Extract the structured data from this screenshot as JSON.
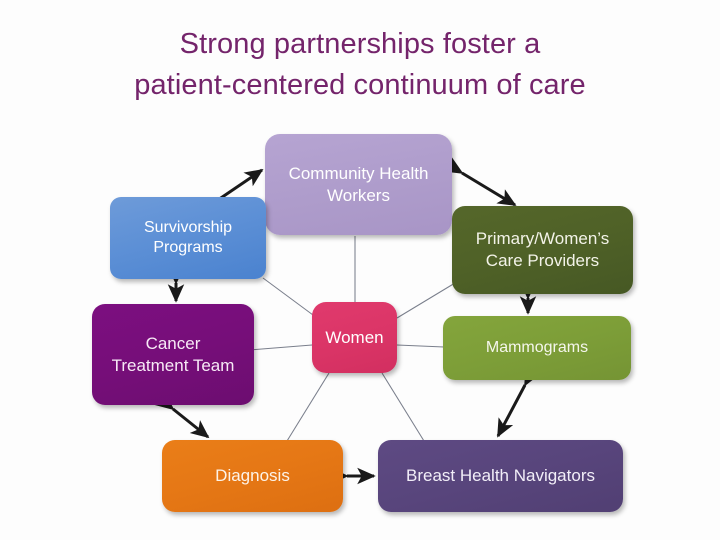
{
  "slide": {
    "title": "Strong partnerships foster a\npatient-centered continuum of care",
    "title_color": "#74246b",
    "background_color": "#fdfdfd"
  },
  "diagram": {
    "type": "hub-and-spoke",
    "center": {
      "id": "women",
      "label": "Women",
      "color": "#db3567"
    },
    "nodes": [
      {
        "id": "community-health-workers",
        "label": "Community Health\nWorkers",
        "color": "#ae9ccb",
        "text_color": "#ffffff"
      },
      {
        "id": "survivorship-programs",
        "label": "Survivorship\nPrograms",
        "color": "#5d90d6",
        "text_color": "#ffffff"
      },
      {
        "id": "primary-womens-care-providers",
        "label": "Primary/Women’s\nCare Providers",
        "color": "#4f6127",
        "text_color": "#f3f3e8"
      },
      {
        "id": "cancer-treatment-team",
        "label": "Cancer\nTreatment Team",
        "color": "#760e79",
        "text_color": "#f7eaf6"
      },
      {
        "id": "mammograms",
        "label": "Mammograms",
        "color": "#7d9e38",
        "text_color": "#f5f6ec"
      },
      {
        "id": "diagnosis",
        "label": "Diagnosis",
        "color": "#e57715",
        "text_color": "#fdf3e8"
      },
      {
        "id": "breast-health-navigators",
        "label": "Breast Health Navigators",
        "color": "#58457c",
        "text_color": "#f2eef8"
      }
    ],
    "spoke_color": "#7a7f8c",
    "arrow_color": "#1a1a1a",
    "spokes": [
      {
        "from": "women",
        "to": "community-health-workers"
      },
      {
        "from": "women",
        "to": "survivorship-programs"
      },
      {
        "from": "women",
        "to": "primary-womens-care-providers"
      },
      {
        "from": "women",
        "to": "cancer-treatment-team"
      },
      {
        "from": "women",
        "to": "mammograms"
      },
      {
        "from": "women",
        "to": "diagnosis"
      },
      {
        "from": "women",
        "to": "breast-health-navigators"
      }
    ],
    "arrows": [
      {
        "between": [
          "survivorship-programs",
          "community-health-workers"
        ],
        "style": "double-headed"
      },
      {
        "between": [
          "community-health-workers",
          "primary-womens-care-providers"
        ],
        "style": "double-headed"
      },
      {
        "between": [
          "survivorship-programs",
          "cancer-treatment-team"
        ],
        "style": "double-headed"
      },
      {
        "between": [
          "primary-womens-care-providers",
          "mammograms"
        ],
        "style": "double-headed"
      },
      {
        "between": [
          "cancer-treatment-team",
          "diagnosis"
        ],
        "style": "double-headed"
      },
      {
        "between": [
          "mammograms",
          "breast-health-navigators"
        ],
        "style": "double-headed"
      },
      {
        "between": [
          "diagnosis",
          "breast-health-navigators"
        ],
        "style": "double-headed"
      }
    ]
  }
}
